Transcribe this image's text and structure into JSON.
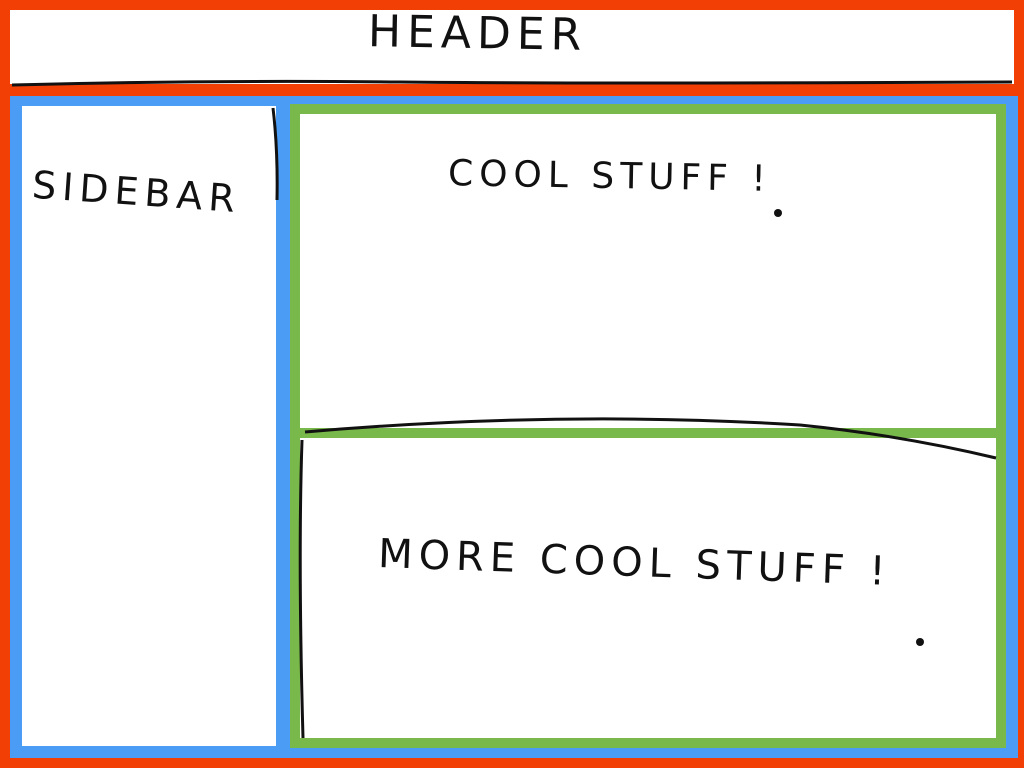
{
  "colors": {
    "outer": "#f13f06",
    "sidebar_frame": "#4a9cf5",
    "content_frame": "#79b84a",
    "ink": "#111111",
    "paper": "#ffffff"
  },
  "header": {
    "label": "HEADER"
  },
  "sidebar": {
    "label": "SIDEBAR"
  },
  "content": {
    "top_label": "COOL STUFF !",
    "bottom_label": "MORE COOL STUFF !"
  }
}
